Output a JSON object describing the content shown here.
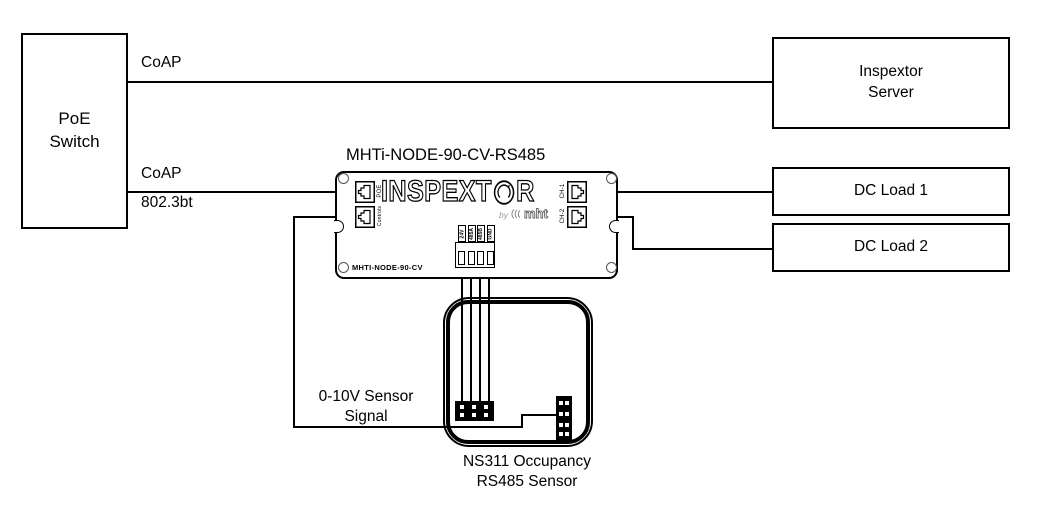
{
  "diagram": {
    "background": "#ffffff",
    "line_color": "#000000",
    "poe_switch": {
      "line1": "PoE",
      "line2": "Switch"
    },
    "server": {
      "line1": "Inspextor",
      "line2": "Server"
    },
    "dc_load_1": {
      "label": "DC Load 1"
    },
    "dc_load_2": {
      "label": "DC Load 2"
    },
    "links": {
      "coap_top": "CoAP",
      "coap_bottom": "CoAP",
      "poe_standard": "802.3bt",
      "sensor_signal_line1": "0-10V Sensor",
      "sensor_signal_line2": "Signal"
    },
    "node": {
      "title": "MHTi-NODE-90-CV-RS485",
      "logo_left": "INSPEXT",
      "logo_right": "R",
      "logo_by": "by",
      "logo_brand": "mht",
      "model_label": "MHTI-NODE-90-CV",
      "port_poe": "POE",
      "port_controls": "Controls",
      "port_ch1": "CH-1",
      "port_ch2": "CH-2",
      "terminals": [
        "24V",
        "485A",
        "485B",
        "GND"
      ]
    },
    "sensor": {
      "line1": "NS311 Occupancy",
      "line2": "RS485 Sensor"
    }
  }
}
